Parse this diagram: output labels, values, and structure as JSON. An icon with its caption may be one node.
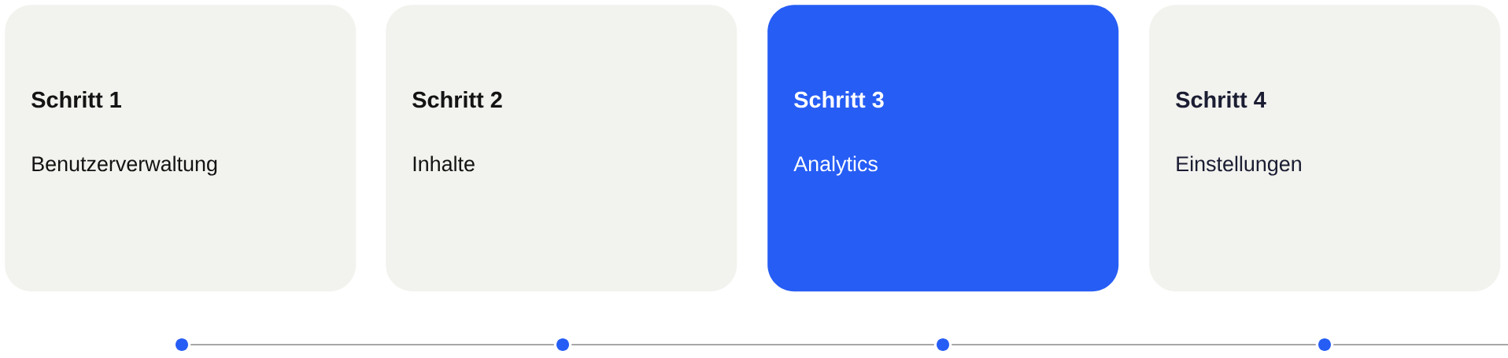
{
  "diagram": {
    "nodes": [
      {
        "text": [
          "Schritt 1",
          "Benutzerverwaltung"
        ]
      },
      {
        "text": [
          "Schritt 2",
          "Inhalte"
        ]
      },
      {
        "text": [
          "Schritt 3",
          "Analytics"
        ]
      },
      {
        "text": [
          "Schritt 4",
          "Einstellungen"
        ]
      },
      {
        "text": [],
        "shape": "circle"
      },
      {
        "text": [],
        "shape": "circle"
      },
      {
        "text": [],
        "shape": "circle"
      },
      {
        "text": [],
        "shape": "circle"
      }
    ],
    "edges": [
      {
        "from": 4,
        "to": 5,
        "arrow": "none"
      },
      {
        "from": 5,
        "to": 6,
        "arrow": "none"
      },
      {
        "from": 6,
        "to": 7,
        "arrow": "none"
      },
      {
        "from": 7,
        "to": null,
        "arrow": "none"
      }
    ]
  }
}
